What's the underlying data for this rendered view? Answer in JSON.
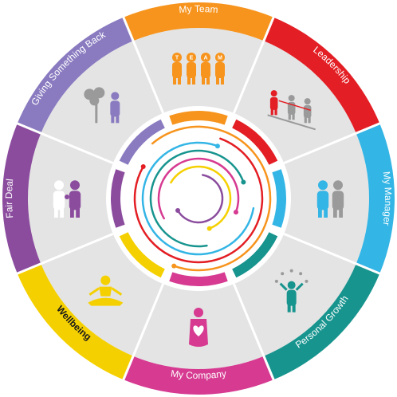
{
  "segments": [
    {
      "id": "my-team",
      "label": "My Team",
      "color": "#F7941D",
      "icon": "team-icon"
    },
    {
      "id": "leadership",
      "label": "Leadership",
      "color": "#E31E24",
      "icon": "leadership-icon"
    },
    {
      "id": "my-manager",
      "label": "My Manager",
      "color": "#33B5E5",
      "icon": "manager-icon"
    },
    {
      "id": "personal-growth",
      "label": "Personal Growth",
      "color": "#17948E",
      "icon": "juggling-person-icon"
    },
    {
      "id": "my-company",
      "label": "My Company",
      "color": "#D63A91",
      "icon": "heart-person-icon"
    },
    {
      "id": "wellbeing",
      "label": "Wellbeing",
      "color": "#F5D000",
      "icon": "meditation-icon"
    },
    {
      "id": "fair-deal",
      "label": "Fair Deal",
      "color": "#8B4C9E",
      "icon": "handshake-icon"
    },
    {
      "id": "giving-something-back",
      "label": "Giving Something Back",
      "color": "#8A7BC0",
      "icon": "tree-person-icon"
    }
  ],
  "team_badge_letters": [
    "T",
    "E",
    "A",
    "M"
  ],
  "colors": {
    "inner_sector": "#E4E4E4",
    "divider": "#ffffff",
    "hub": "#ffffff",
    "icon_gray": "#9A9A9A"
  }
}
